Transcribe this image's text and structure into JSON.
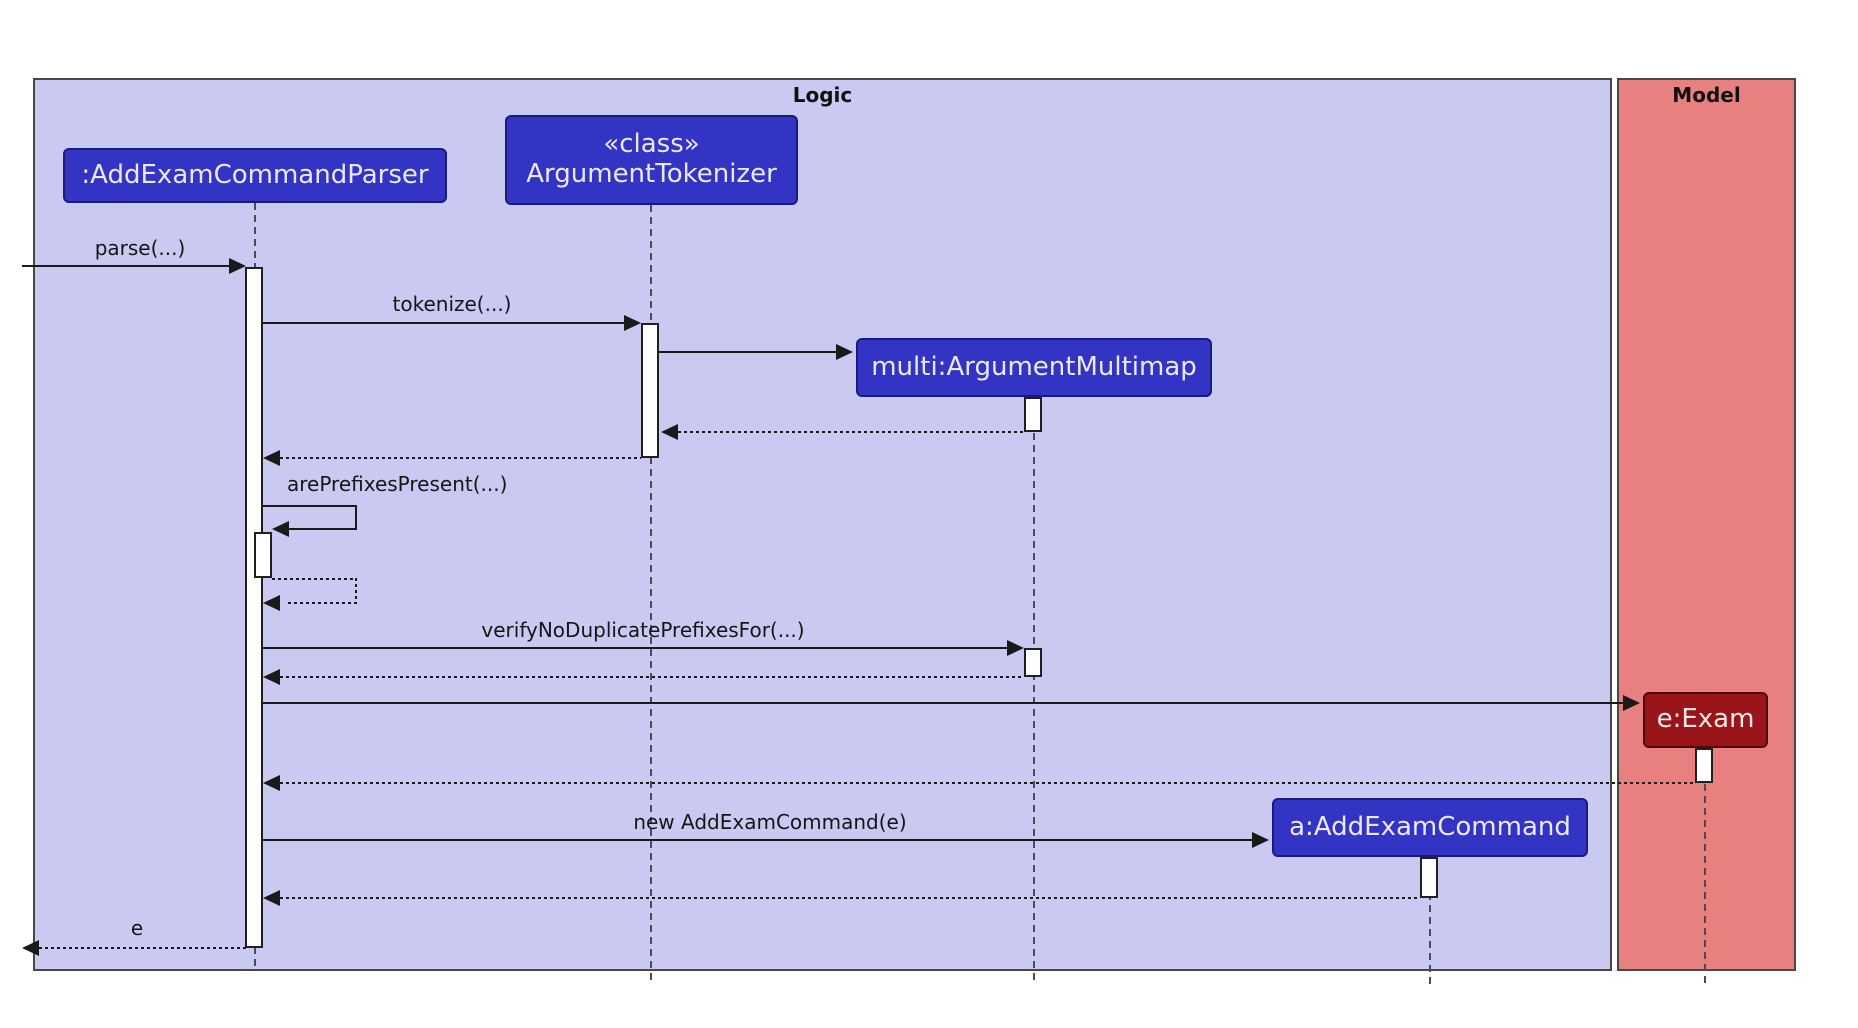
{
  "frames": {
    "logic": {
      "label": "Logic"
    },
    "model": {
      "label": "Model"
    }
  },
  "participants": {
    "parser": {
      "label": ":AddExamCommandParser"
    },
    "tokenizer": {
      "stereotype": "«class»",
      "label": "ArgumentTokenizer"
    },
    "multimap": {
      "label": "multi:ArgumentMultimap"
    },
    "exam": {
      "label": "e:Exam"
    },
    "command": {
      "label": "a:AddExamCommand"
    }
  },
  "messages": {
    "parse": {
      "label": "parse(...)"
    },
    "tokenize": {
      "label": "tokenize(...)"
    },
    "are_prefixes": {
      "label": "arePrefixesPresent(...)"
    },
    "verify": {
      "label": "verifyNoDuplicatePrefixesFor(...)"
    },
    "new_command": {
      "label": "new AddExamCommand(e)"
    },
    "return_e": {
      "label": "e"
    }
  },
  "colors": {
    "logic_frame_fill": "#C9C9F1",
    "model_frame_fill": "#E8807F",
    "logic_box_fill": "#3333C4",
    "model_box_fill": "#9A1519",
    "activation_fill": "#FFFFFF",
    "line": "#1A1A1A"
  }
}
